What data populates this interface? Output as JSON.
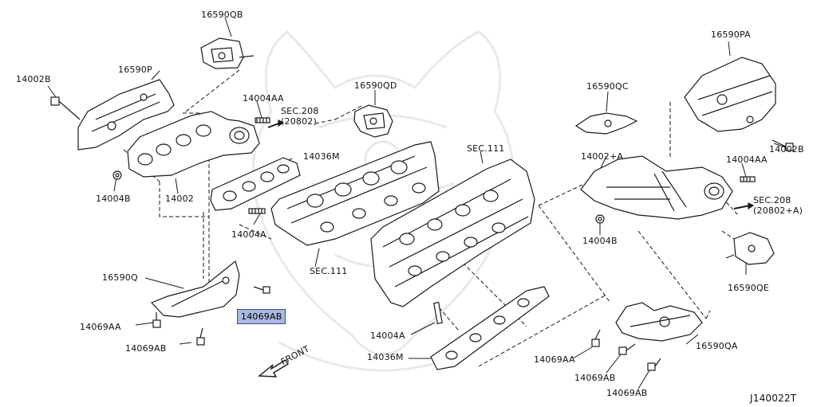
{
  "diagram": {
    "code": "J140022T",
    "front_label": "FRONT",
    "selected_part": "14069AB",
    "labels": {
      "p16590QB": "16590QB",
      "p16590P": "16590P",
      "p14002B_left": "14002B",
      "p14004AA_left": "14004AA",
      "sec208_left": "SEC.208",
      "sec208_left_ref": "(20802)",
      "p16590QD": "16590QD",
      "p14036M_top": "14036M",
      "p14004B_left": "14004B",
      "p14002": "14002",
      "p14004A_left": "14004A",
      "sec111_left": "SEC.111",
      "sec111_mid": "SEC.111",
      "p16590Q": "16590Q",
      "p14069AB_selected": "14069AB",
      "p14069AA_left": "14069AA",
      "p14069AB_left": "14069AB",
      "p14004A_bottom": "14004A",
      "p14036M_bottom": "14036M",
      "p16590PA": "16590PA",
      "p16590QC": "16590QC",
      "p14002A": "14002+A",
      "p14002B_right": "14002B",
      "p14004AA_right": "14004AA",
      "sec208_right": "SEC.208",
      "sec208_right_ref": "(20802+A)",
      "p14004B_right": "14004B",
      "p16590QE": "16590QE",
      "p14069AA_right": "14069AA",
      "p14069AB_right1": "14069AB",
      "p14069AB_right2": "14069AB",
      "p16590QA": "16590QA"
    },
    "colors": {
      "line": "#1a1a1a",
      "highlight_fill": "#a9b8e0",
      "highlight_border": "#3c4f86",
      "watermark": "#e6e6e6"
    }
  }
}
